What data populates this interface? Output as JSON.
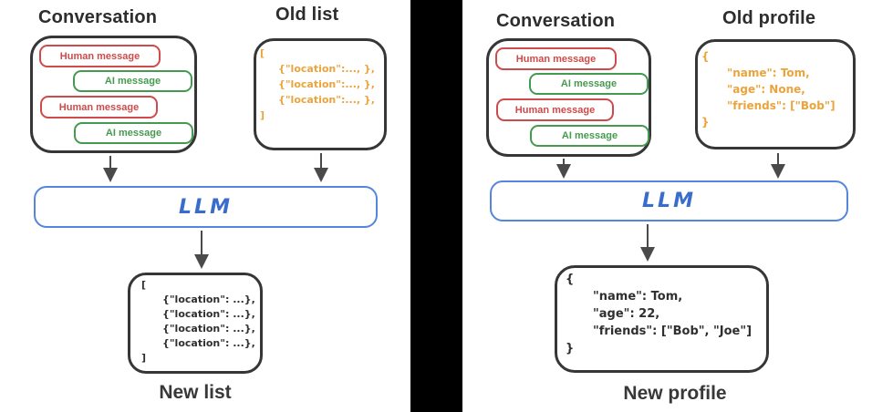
{
  "colors": {
    "human_message_red": "#cf4a4a",
    "ai_message_green": "#449a4e",
    "code_orange": "#eba43c",
    "llm_text_blue": "#3a6ccc",
    "llm_border_blue": "#5586dd",
    "box_border_dark": "#363636",
    "divider_black": "#000000"
  },
  "left_diagram": {
    "conversation": {
      "title": "Conversation",
      "messages": [
        {
          "label": "Human message",
          "role": "human"
        },
        {
          "label": "AI message",
          "role": "ai"
        },
        {
          "label": "Human message",
          "role": "human"
        },
        {
          "label": "AI message",
          "role": "ai"
        }
      ]
    },
    "old_list": {
      "title": "Old list",
      "lines": [
        "[",
        "{\"location\":..., },",
        "{\"location\":..., },",
        "{\"location\":..., },",
        "]"
      ]
    },
    "llm_label": "LLM",
    "new_list": {
      "title": "New list",
      "lines": [
        "[",
        "{\"location\": ...},",
        "{\"location\": ...},",
        "{\"location\": ...},",
        "{\"location\": ...},",
        "]"
      ]
    }
  },
  "right_diagram": {
    "conversation": {
      "title": "Conversation",
      "messages": [
        {
          "label": "Human message",
          "role": "human"
        },
        {
          "label": "AI message",
          "role": "ai"
        },
        {
          "label": "Human message",
          "role": "human"
        },
        {
          "label": "AI message",
          "role": "ai"
        }
      ]
    },
    "old_profile": {
      "title": "Old profile",
      "lines": [
        "{",
        "\"name\": Tom,",
        "\"age\": None,",
        "\"friends\": [\"Bob\"]",
        "}"
      ]
    },
    "llm_label": "LLM",
    "new_profile": {
      "title": "New profile",
      "lines": [
        "{",
        "\"name\": Tom,",
        "\"age\": 22,",
        "\"friends\": [\"Bob\", \"Joe\"]",
        "}"
      ]
    }
  }
}
